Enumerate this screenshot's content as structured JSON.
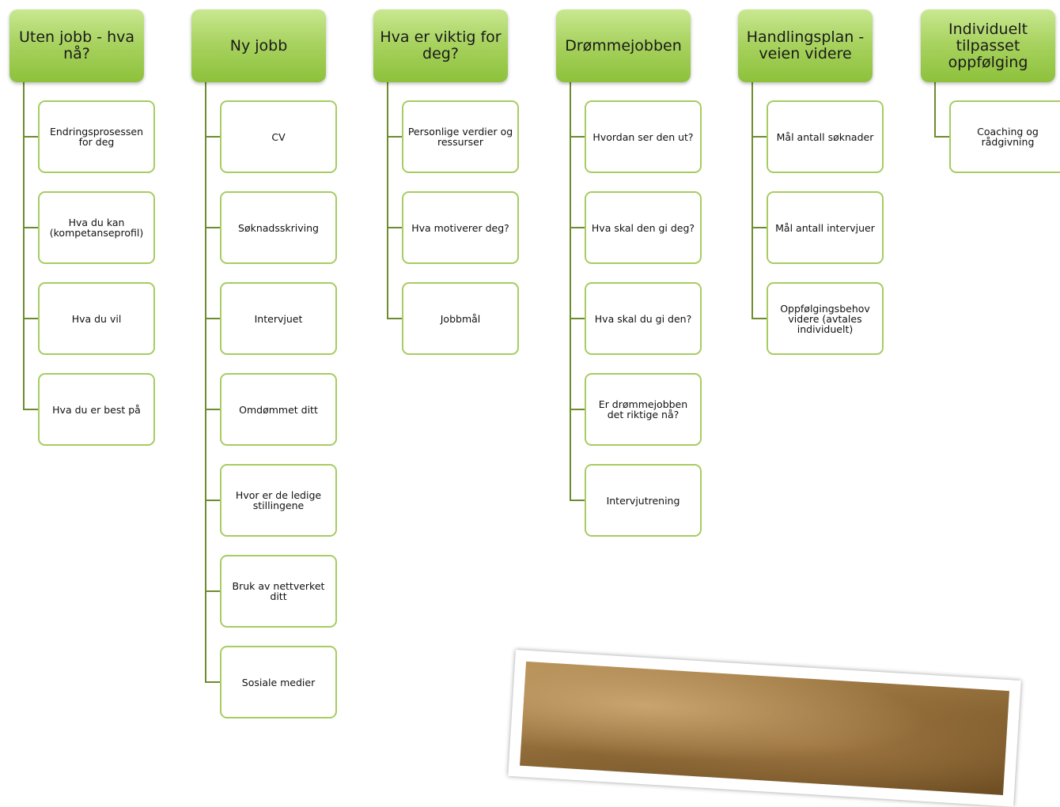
{
  "columns": [
    {
      "title": "Uten jobb - hva nå?",
      "items": [
        "Endringsprosessen for deg",
        "Hva du kan (kompetanseprofil)",
        "Hva du vil",
        "Hva du er best på"
      ]
    },
    {
      "title": "Ny jobb",
      "items": [
        "CV",
        "Søknadsskriving",
        "Intervjuet",
        "Omdømmet ditt",
        "Hvor er de ledige stillingene",
        "Bruk av nettverket ditt",
        "Sosiale medier"
      ]
    },
    {
      "title": "Hva er viktig for deg?",
      "items": [
        "Personlige verdier og ressurser",
        "Hva motiverer deg?",
        "Jobbmål"
      ]
    },
    {
      "title": "Drømmejobben",
      "items": [
        "Hvordan ser den ut?",
        "Hva skal den gi deg?",
        "Hva skal du gi den?",
        "Er drømmejobben det riktige nå?",
        "Intervjutrening"
      ]
    },
    {
      "title": "Handlingsplan - veien videre",
      "items": [
        "Mål antall søknader",
        "Mål antall intervjuer",
        "Oppfølgingsbehov videre (avtales individuelt)"
      ]
    },
    {
      "title": "Individuelt tilpasset oppfølging",
      "items": [
        "Coaching og rådgivning"
      ]
    }
  ]
}
